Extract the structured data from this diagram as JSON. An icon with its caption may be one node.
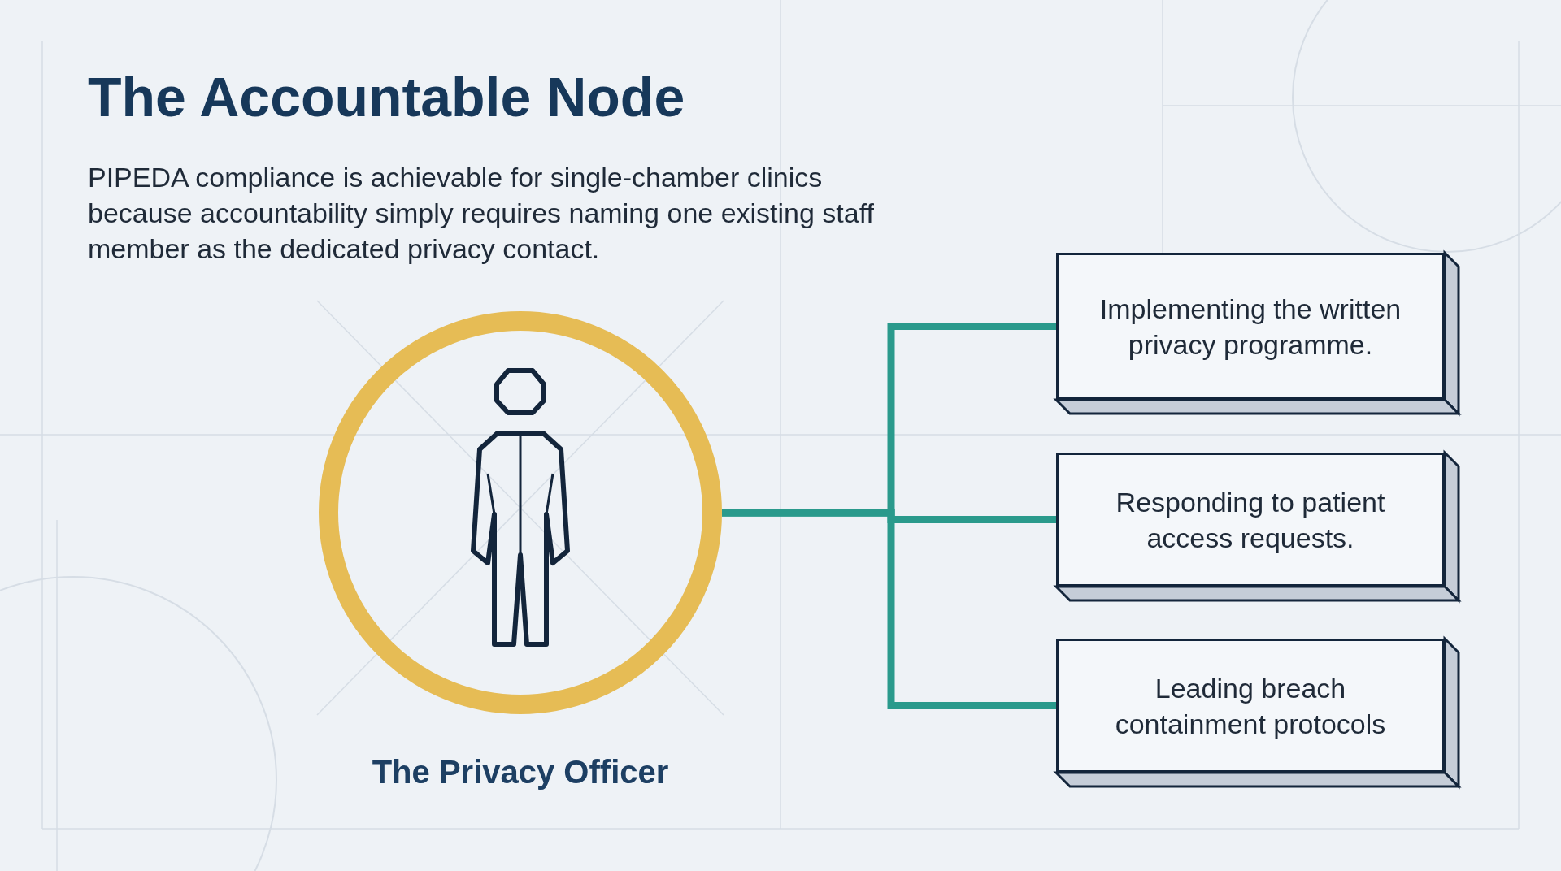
{
  "diagram": {
    "title": "The Accountable Node",
    "caption": "PIPEDA compliance is achievable for single-chamber clinics because accountability simply requires naming one existing staff member as the dedicated privacy contact.",
    "nodes": [
      {
        "text": [
          "The Privacy Officer"
        ]
      },
      {
        "text": [
          "Implementing the written privacy programme."
        ]
      },
      {
        "text": [
          "Responding to patient access requests."
        ]
      },
      {
        "text": [
          "Leading breach containment protocols"
        ]
      }
    ],
    "edges": [
      {
        "from": 0,
        "to": 1,
        "arrow": "none"
      },
      {
        "from": 0,
        "to": 2,
        "arrow": "none"
      },
      {
        "from": 0,
        "to": 3,
        "arrow": "none"
      }
    ]
  }
}
